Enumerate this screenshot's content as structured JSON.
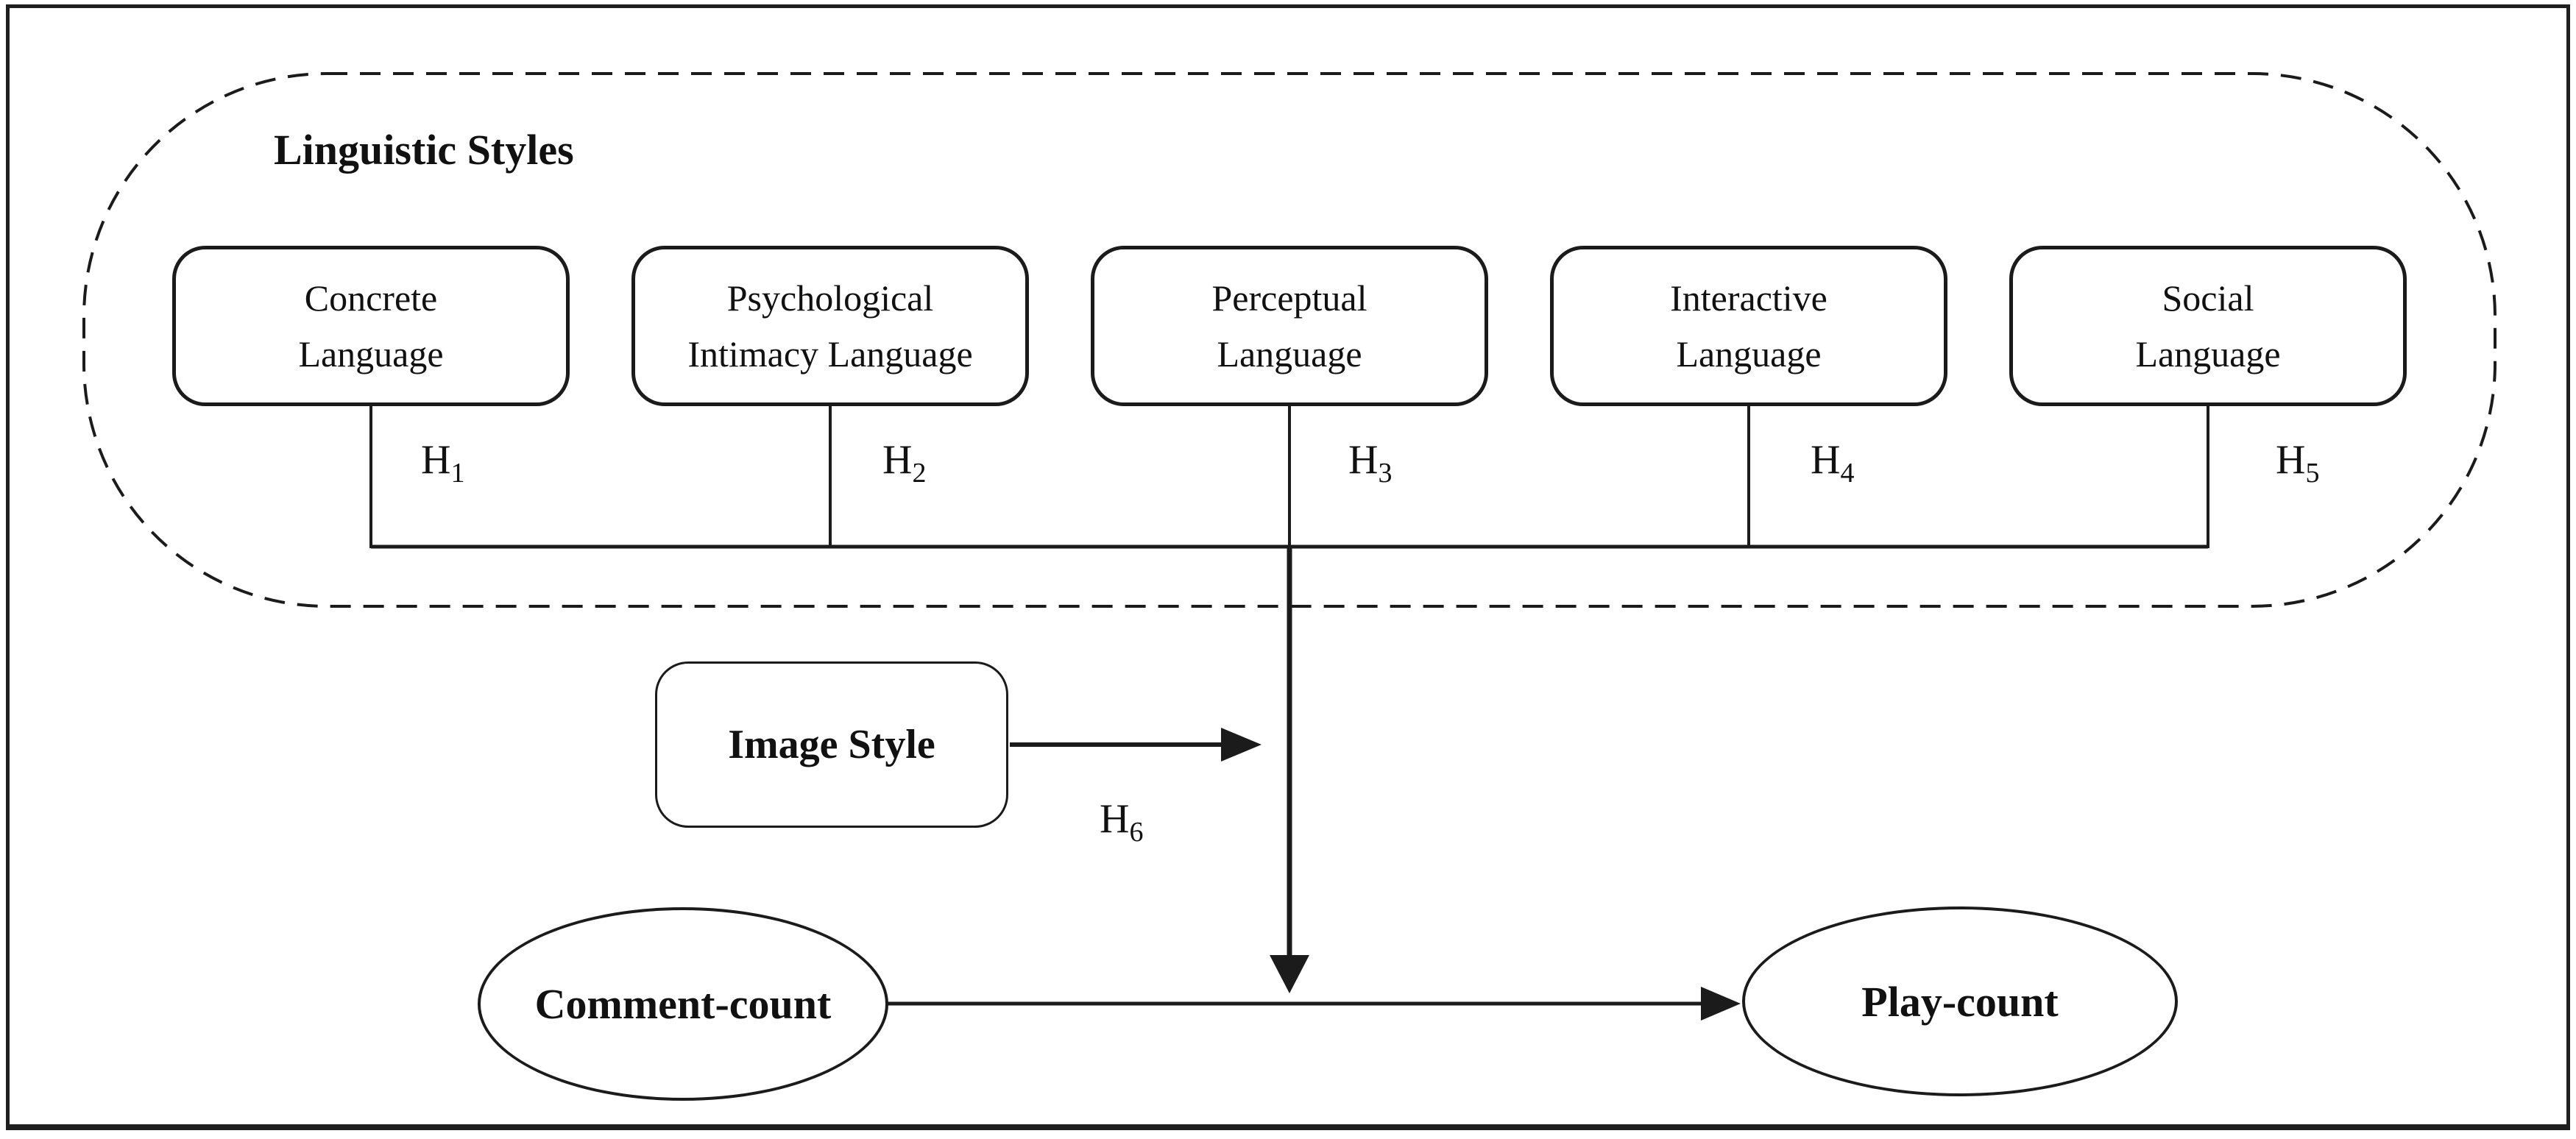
{
  "figure": {
    "linguistic_container": {
      "title": "Linguistic Styles"
    },
    "style_boxes": [
      {
        "line1": "Concrete",
        "line2": "Language"
      },
      {
        "line1": "Psychological",
        "line2": "Intimacy Language"
      },
      {
        "line1": "Perceptual",
        "line2": "Language"
      },
      {
        "line1": "Interactive",
        "line2": "Language"
      },
      {
        "line1": "Social",
        "line2": "Language"
      }
    ],
    "hypotheses": [
      {
        "base": "H",
        "sub": "1"
      },
      {
        "base": "H",
        "sub": "2"
      },
      {
        "base": "H",
        "sub": "3"
      },
      {
        "base": "H",
        "sub": "4"
      },
      {
        "base": "H",
        "sub": "5"
      },
      {
        "base": "H",
        "sub": "6"
      }
    ],
    "image_style": {
      "label": "Image Style"
    },
    "comment_count": {
      "label": "Comment-count"
    },
    "play_count": {
      "label": "Play-count"
    },
    "colors": {
      "line": "#1b1b1b",
      "text": "#111111",
      "background": "#ffffff"
    }
  }
}
